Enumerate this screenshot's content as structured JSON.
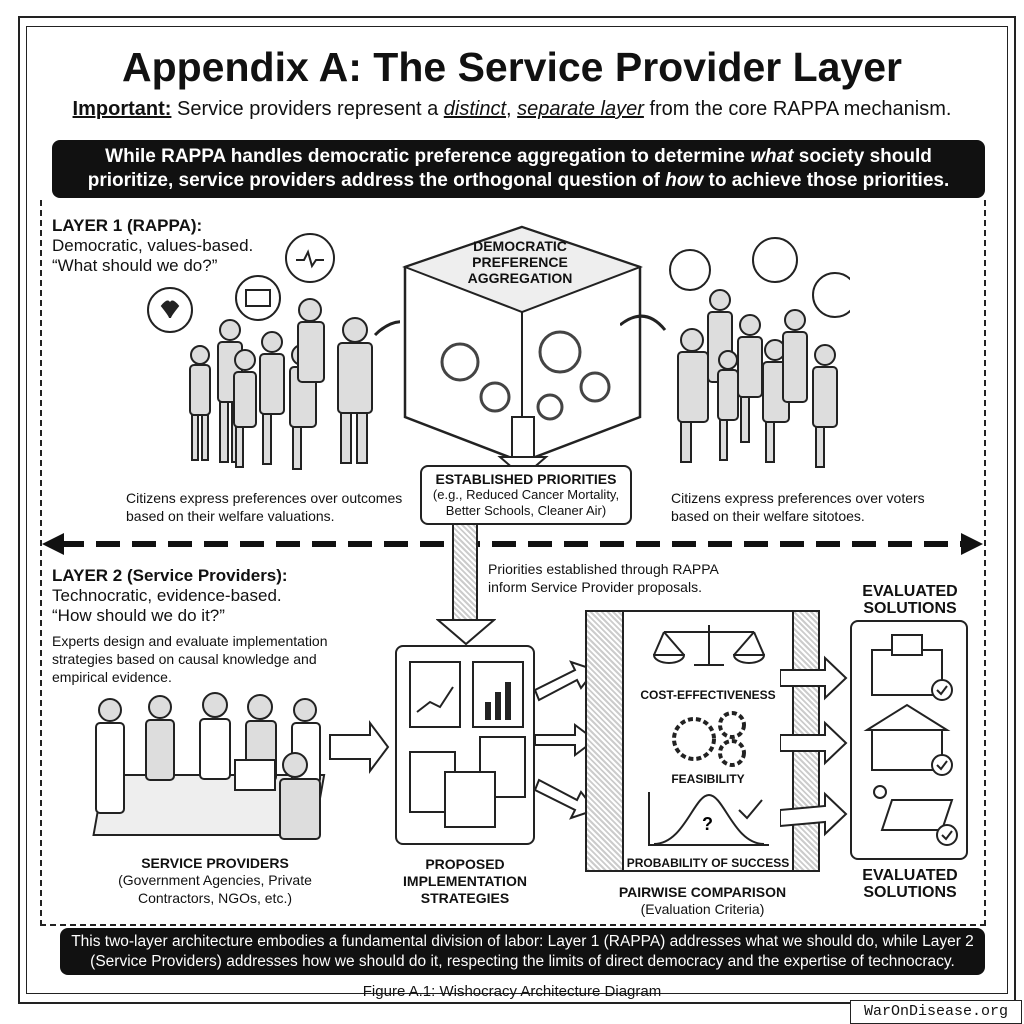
{
  "title": "Appendix A: The Service Provider Layer",
  "subtitle": {
    "important": "Important:",
    "pre": " Service providers represent a ",
    "distinct": "distinct",
    "comma": ", ",
    "separate": "separate layer",
    "post": " from the core RAPPA mechanism."
  },
  "top_banner": {
    "l1a": "While RAPPA handles democratic preference aggregation to determine ",
    "what": "what",
    "l1b": " society should",
    "l2a": "prioritize, service providers address the orthogonal question of ",
    "how": "how",
    "l2b": " to achieve those priorities."
  },
  "layer1": {
    "heading": "LAYER 1 (RAPPA):",
    "desc1": "Democratic, values-based.",
    "desc2": "“What should we do?”"
  },
  "cube_label": "DEMOCRATIC PREFERENCE AGGREGATION",
  "left_caption": "Citizens express preferences over outcomes based on their welfare valuations.",
  "right_caption": "Citizens express preferences over voters based on their welfare sitotoes.",
  "priorities": {
    "heading": "ESTABLISHED PRIORITIES",
    "detail": "(e.g., Reduced Cancer Mortality, Better Schools, Cleaner Air)"
  },
  "layer2": {
    "heading": "LAYER 2 (Service Providers):",
    "desc1": "Technocratic, evidence-based.",
    "desc2": "“How should we do it?”",
    "desc3": "Experts design and evaluate implementation strategies based on causal knowledge and empirical evidence."
  },
  "priorities_note": "Priorities established through RAPPA inform Service Provider proposals.",
  "service_providers": {
    "heading": "SERVICE PROVIDERS",
    "detail": "(Government Agencies, Private Contractors, NGOs, etc.)"
  },
  "proposed": "PROPOSED IMPLEMENTATION STRATEGIES",
  "criteria": [
    "COST-EFFECTIVENESS",
    "FEASIBILITY",
    "PROBABILITY OF SUCCESS"
  ],
  "pairwise": {
    "heading": "PAIRWISE COMPARISON",
    "detail": "(Evaluation Criteria)"
  },
  "evaluated_top": "EVALUATED SOLUTIONS",
  "evaluated_bottom": "EVALUATED SOLUTIONS",
  "footer_banner": "This two-layer architecture embodies a fundamental division of labor: Layer 1 (RAPPA) addresses what we should do, while Layer 2 (Service Providers) addresses how we should do it, respecting the limits of direct democracy and the expertise of technocracy.",
  "figure_caption": "Figure A.1: Wishocracy Architecture Diagram",
  "watermark": "WarOnDisease.org"
}
